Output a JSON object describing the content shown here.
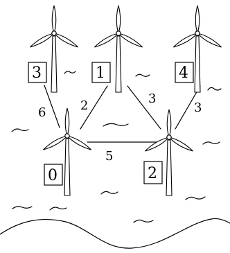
{
  "diagram": {
    "turbines": [
      {
        "id": "3",
        "label": "3"
      },
      {
        "id": "1",
        "label": "1"
      },
      {
        "id": "4",
        "label": "4"
      },
      {
        "id": "0",
        "label": "0"
      },
      {
        "id": "2",
        "label": "2"
      }
    ],
    "edges": [
      {
        "from": "3",
        "to": "0",
        "weight": "6"
      },
      {
        "from": "1",
        "to": "0",
        "weight": "2"
      },
      {
        "from": "1",
        "to": "2",
        "weight": "3"
      },
      {
        "from": "4",
        "to": "2",
        "weight": "3"
      },
      {
        "from": "0",
        "to": "2",
        "weight": "5"
      }
    ]
  }
}
